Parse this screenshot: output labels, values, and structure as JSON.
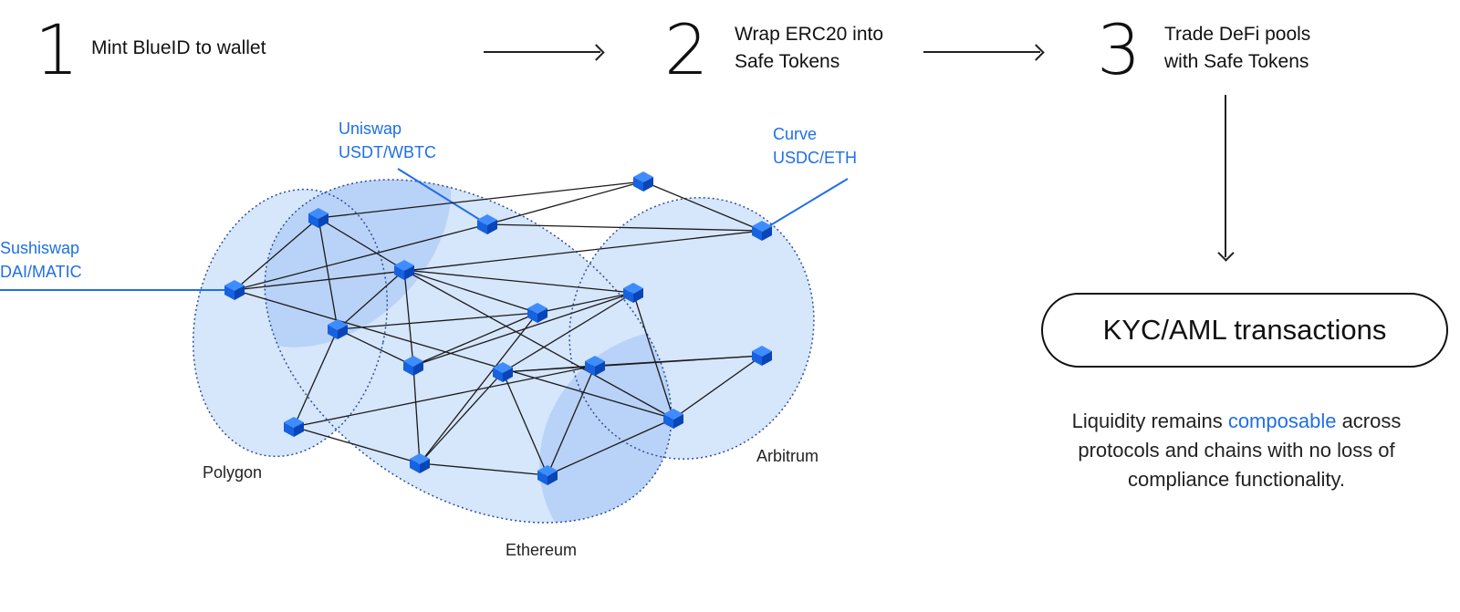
{
  "steps": [
    {
      "number": "1",
      "text": "Mint BlueID to wallet"
    },
    {
      "number": "2",
      "text": "Wrap ERC20 into\nSafe Tokens"
    },
    {
      "number": "3",
      "text": "Trade DeFi pools\nwith Safe Tokens"
    }
  ],
  "kyc_box": {
    "label": "KYC/AML transactions"
  },
  "summary": {
    "before": "Liquidity remains ",
    "highlight": "composable",
    "after": " across protocols and chains with no loss of compliance functionality."
  },
  "protocols": [
    {
      "id": "uniswap",
      "text": "Uniswap\nUSDT/WBTC"
    },
    {
      "id": "curve",
      "text": "Curve\nUSDC/ETH"
    },
    {
      "id": "sushiswap",
      "text": "Sushiswap\nDAI/MATIC"
    }
  ],
  "chains": [
    {
      "id": "polygon",
      "label": "Polygon"
    },
    {
      "id": "ethereum",
      "label": "Ethereum"
    },
    {
      "id": "arbitrum",
      "label": "Arbitrum"
    }
  ],
  "colors": {
    "accent": "#1f6fe5",
    "region_fill": "#d6e6fb",
    "region_overlap": "#b9d2f7",
    "region_stroke": "#2f4f9a",
    "cube_top": "#3f8cff",
    "cube_left": "#1662e0",
    "cube_right": "#0a45b8"
  },
  "nodes": [
    {
      "id": "A"
    },
    {
      "id": "B"
    },
    {
      "id": "C"
    },
    {
      "id": "D"
    },
    {
      "id": "E"
    },
    {
      "id": "F"
    },
    {
      "id": "G"
    },
    {
      "id": "H"
    },
    {
      "id": "I"
    },
    {
      "id": "J"
    },
    {
      "id": "K"
    },
    {
      "id": "L"
    },
    {
      "id": "M"
    },
    {
      "id": "N"
    },
    {
      "id": "O"
    },
    {
      "id": "P"
    },
    {
      "id": "Q"
    }
  ],
  "edges": [
    [
      "A",
      "B"
    ],
    [
      "A",
      "C"
    ],
    [
      "A",
      "D"
    ],
    [
      "C",
      "B"
    ],
    [
      "B",
      "E"
    ],
    [
      "C",
      "E"
    ],
    [
      "D",
      "F"
    ],
    [
      "D",
      "G"
    ],
    [
      "D",
      "E"
    ],
    [
      "F",
      "G"
    ],
    [
      "F",
      "H"
    ],
    [
      "F",
      "I"
    ],
    [
      "F",
      "J"
    ],
    [
      "F",
      "N"
    ],
    [
      "G",
      "H"
    ],
    [
      "G",
      "I"
    ],
    [
      "G",
      "O"
    ],
    [
      "H",
      "J"
    ],
    [
      "H",
      "I"
    ],
    [
      "H",
      "P"
    ],
    [
      "I",
      "J"
    ],
    [
      "I",
      "P"
    ],
    [
      "J",
      "K"
    ],
    [
      "J",
      "N"
    ],
    [
      "K",
      "L"
    ],
    [
      "K",
      "M"
    ],
    [
      "K",
      "P"
    ],
    [
      "K",
      "Q"
    ],
    [
      "L",
      "M"
    ],
    [
      "L",
      "N"
    ],
    [
      "M",
      "O"
    ],
    [
      "M",
      "Q"
    ],
    [
      "N",
      "Q"
    ],
    [
      "O",
      "P"
    ],
    [
      "P",
      "Q"
    ],
    [
      "E",
      "N"
    ]
  ]
}
